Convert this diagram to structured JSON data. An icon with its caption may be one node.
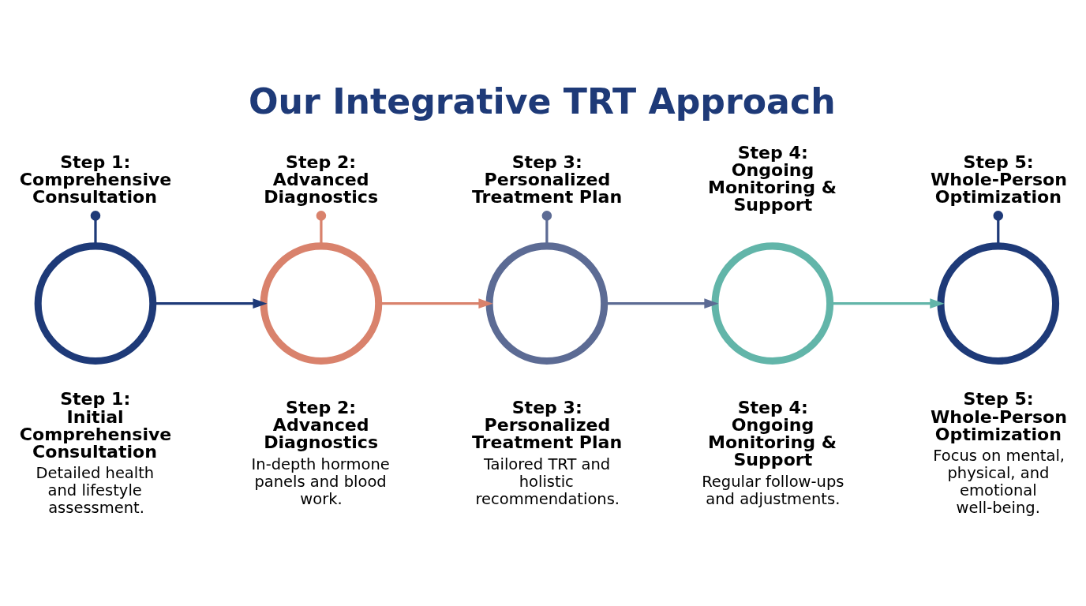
{
  "diagram": {
    "title": "Our Integrative TRT Approach",
    "nodes": [
      {
        "text": [
          "Step 1: Comprehensive Consultation"
        ]
      },
      {
        "text": [
          "Step 2: Advanced Diagnostics"
        ]
      },
      {
        "text": [
          "Step 3: Personalized Treatment Plan"
        ]
      },
      {
        "text": [
          "Step 4: Ongoing Monitoring & Support"
        ]
      },
      {
        "text": [
          "Step 5: Whole-Person Optimization"
        ]
      },
      {
        "text": [],
        "shape": "circle",
        "beside": [
          "Step 1: Initial Comprehensive Consultation",
          "Detailed health and lifestyle assessment."
        ]
      },
      {
        "text": [],
        "shape": "circle",
        "beside": [
          "Step 2: Advanced Diagnostics",
          "In-depth hormone panels and blood work."
        ]
      },
      {
        "text": [],
        "shape": "circle",
        "beside": [
          "Step 3: Personalized Treatment Plan",
          "Tailored TRT and holistic recommendations."
        ]
      },
      {
        "text": [],
        "shape": "circle",
        "beside": [
          "Step 4: Ongoing Monitoring & Support",
          "Regular follow-ups and adjustments."
        ]
      },
      {
        "text": [],
        "shape": "circle",
        "beside": [
          "Step 5: Whole-Person Optimization",
          "Focus on mental, physical, and emotional well-being."
        ]
      }
    ],
    "edges": [
      {
        "from": 0,
        "to": 5,
        "arrow": "other",
        "color": "#1e3a78"
      },
      {
        "from": 1,
        "to": 6,
        "arrow": "other",
        "color": "#d9826c"
      },
      {
        "from": 2,
        "to": 7,
        "arrow": "other",
        "color": "#5c6b94"
      },
      {
        "from": 4,
        "to": 9,
        "arrow": "other",
        "color": "#1e3a78"
      },
      {
        "from": 5,
        "to": 6,
        "arrow": "to",
        "color": "#1e3a78"
      },
      {
        "from": 6,
        "to": 7,
        "arrow": "to",
        "color": "#d9826c"
      },
      {
        "from": 7,
        "to": 8,
        "arrow": "to",
        "color": "#5c6b94"
      },
      {
        "from": 8,
        "to": 9,
        "arrow": "to",
        "color": "#62b5a9"
      }
    ]
  }
}
